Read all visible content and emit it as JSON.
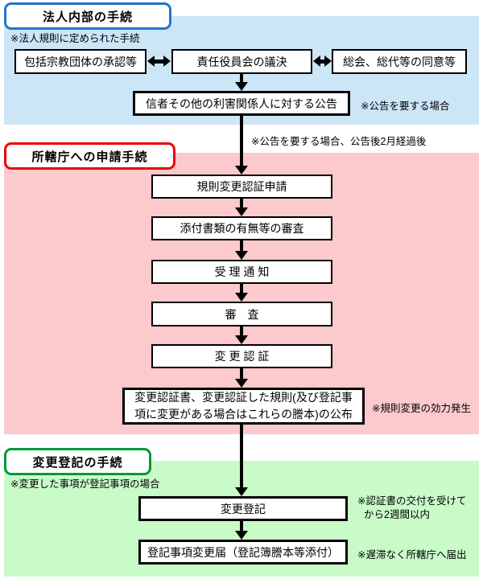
{
  "colors": {
    "internal_bg": "#cce6f7",
    "application_bg": "#fcc9cc",
    "registration_bg": "#c9fbc9",
    "internal_border": "#2573c8",
    "application_border": "#ee0000",
    "registration_border": "#009933"
  },
  "internal": {
    "title": "法人内部の手続",
    "note": "※法人規則に定められた手続",
    "boxes": {
      "approval": "包括宗教団体の承認等",
      "board": "責任役員会の議決",
      "assembly": "総会、総代等の同意等",
      "notice": "信者その他の利害関係人に対する公告"
    },
    "notice_annotation": "※公告を要する場合"
  },
  "transition_note": "※公告を要する場合、公告後2月経過後",
  "application": {
    "title": "所轄庁への申請手続",
    "boxes": {
      "apply": "規則変更認証申請",
      "check": "添付書類の有無等の審査",
      "accept": "受 理 通 知",
      "review": "審　査",
      "certify": "変 更 認 証",
      "issue_line1": "変更認証書、変更認証した規則(及び登記事",
      "issue_line2": "項に変更がある場合はこれらの謄本)の公布"
    },
    "issue_annotation": "※規則変更の効力発生"
  },
  "registration": {
    "title": "変更登記の手続",
    "note": "※変更した事項が登記事項の場合",
    "boxes": {
      "register": "変更登記",
      "report": "登記事項変更届（登記簿謄本等添付）"
    },
    "register_annotation_line1": "※認証書の交付を受けて",
    "register_annotation_line2": "から2週間以内",
    "report_annotation": "※遅滞なく所轄庁へ届出"
  }
}
